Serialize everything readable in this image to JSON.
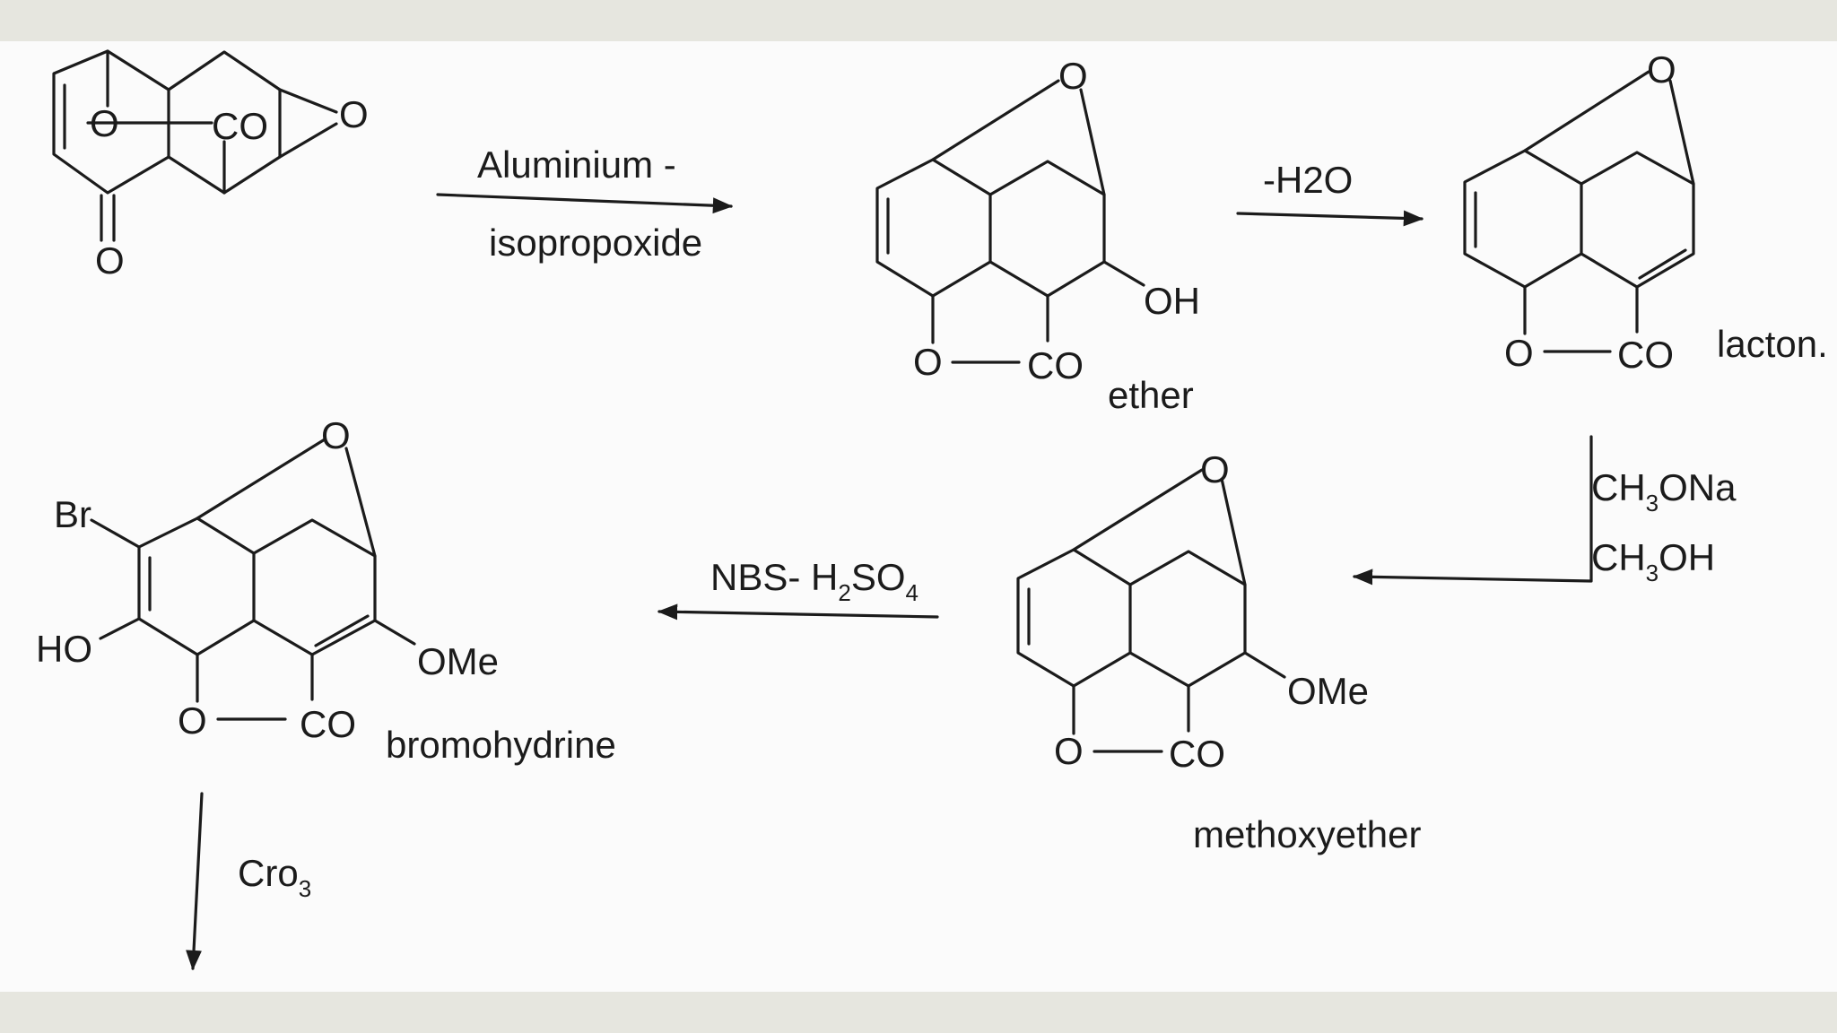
{
  "diagram": {
    "colors": {
      "background": "#fbfbfb",
      "band": "#e6e6df",
      "ink": "#1b1b1b"
    },
    "reagents": {
      "step1_line1": "Aluminium -",
      "step1_line2": "isopropoxide",
      "step2": "-H2O",
      "step3_line1": {
        "a": "CH",
        "sub": "3",
        "b": "ONa"
      },
      "step3_line2": {
        "a": "CH",
        "sub": "3",
        "b": "OH"
      },
      "step4": {
        "a": "NBS-  H",
        "sub1": "2",
        "b": "SO",
        "sub2": "4"
      },
      "step5": {
        "a": "Cro",
        "sub": "3"
      }
    },
    "compound_labels": {
      "ether": "ether",
      "lacton": "lacton.",
      "methoxyether": "methoxyether",
      "bromohydrine": "bromohydrine"
    },
    "atoms": {
      "O": "O",
      "CO": "CO",
      "OH": "OH",
      "HO": "HO",
      "OMe": "OMe",
      "Br": "Br"
    }
  }
}
